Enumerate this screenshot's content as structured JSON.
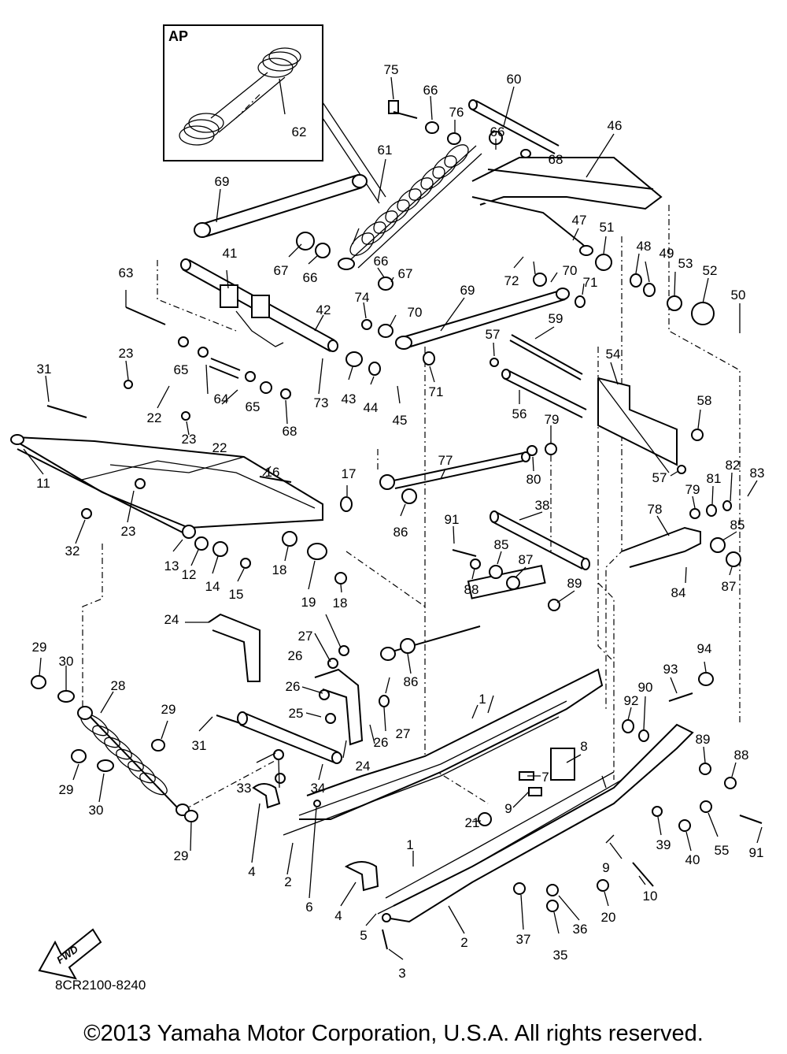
{
  "inset": {
    "title": "AP"
  },
  "direction_badge": {
    "text": "FWD"
  },
  "diagram_code": "8CR2100-8240",
  "copyright": "©2013 Yamaha Motor Corporation, U.S.A. All rights reserved.",
  "callouts": [
    "1",
    "2",
    "3",
    "4",
    "5",
    "6",
    "7",
    "8",
    "9",
    "10",
    "11",
    "12",
    "13",
    "14",
    "15",
    "16",
    "17",
    "18",
    "19",
    "20",
    "21",
    "22",
    "23",
    "24",
    "25",
    "26",
    "27",
    "28",
    "29",
    "30",
    "31",
    "32",
    "33",
    "34",
    "35",
    "36",
    "37",
    "38",
    "39",
    "40",
    "41",
    "42",
    "43",
    "44",
    "45",
    "46",
    "47",
    "48",
    "49",
    "50",
    "51",
    "52",
    "53",
    "54",
    "55",
    "56",
    "57",
    "58",
    "59",
    "60",
    "61",
    "62",
    "63",
    "64",
    "65",
    "66",
    "67",
    "68",
    "69",
    "70",
    "71",
    "72",
    "73",
    "74",
    "75",
    "76",
    "77",
    "78",
    "79",
    "80",
    "81",
    "82",
    "83",
    "84",
    "85",
    "86",
    "87",
    "88",
    "89",
    "90",
    "91",
    "92",
    "93",
    "94"
  ]
}
